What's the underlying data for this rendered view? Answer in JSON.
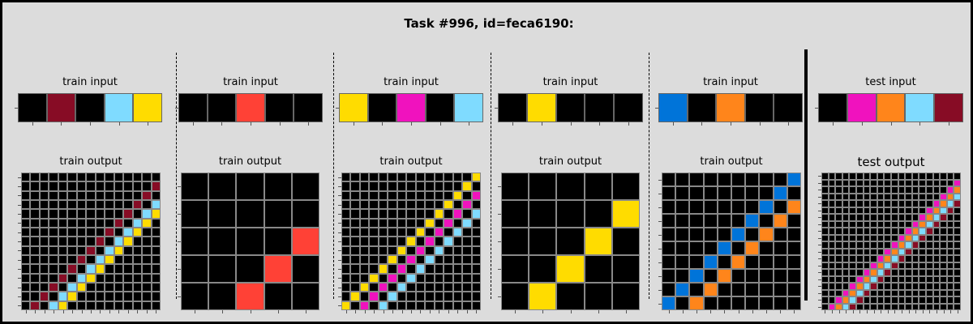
{
  "title": "Task #996, id=feca6190:",
  "colors": {
    "0": "#000000",
    "1": "#0074d9",
    "2": "#ff4136",
    "3": "#2ecc40",
    "4": "#ffdc00",
    "5": "#aaaaaa",
    "6": "#f012be",
    "7": "#ff851b",
    "8": "#7fdbff",
    "9": "#870c25"
  },
  "panels": [
    {
      "input_label": "train input",
      "output_label": "train output",
      "input": [
        0,
        9,
        0,
        8,
        4
      ],
      "output_size": 15
    },
    {
      "input_label": "train input",
      "output_label": "train output",
      "input": [
        0,
        0,
        2,
        0,
        0
      ],
      "output_size": 5
    },
    {
      "input_label": "train input",
      "output_label": "train output",
      "input": [
        4,
        0,
        6,
        0,
        8
      ],
      "output_size": 15
    },
    {
      "input_label": "train input",
      "output_label": "train output",
      "input": [
        0,
        4,
        0,
        0,
        0
      ],
      "output_size": 5
    },
    {
      "input_label": "train input",
      "output_label": "train output",
      "input": [
        1,
        0,
        7,
        0,
        0
      ],
      "output_size": 10
    },
    {
      "input_label": "test input",
      "output_label": "test output",
      "input": [
        0,
        6,
        7,
        8,
        9
      ],
      "output_size": 20
    }
  ]
}
